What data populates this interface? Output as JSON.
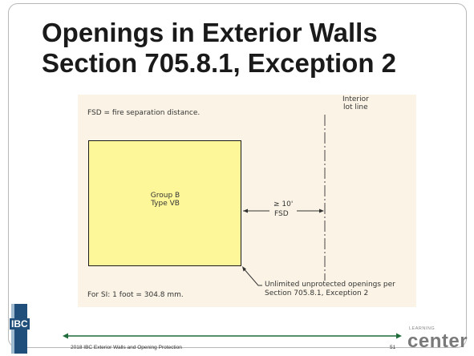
{
  "title": {
    "line1": "Openings in Exterior Walls",
    "line2": "Section 705.8.1, Exception 2"
  },
  "diagram": {
    "fsd_note": "FSD = fire separation distance.",
    "lot_line_label_1": "Interior",
    "lot_line_label_2": "lot line",
    "building_label_1": "Group B",
    "building_label_2": "Type VB",
    "distance_label": "≥ 10'",
    "distance_unit": "FSD",
    "si_note": "For SI: 1 foot = 304.8 mm.",
    "callout_1": "Unlimited unprotected openings per",
    "callout_2": "Section 705.8.1, Exception 2"
  },
  "footer": {
    "book_label": "IBC",
    "text": "2018 IBC Exterior Walls and Opening Protection",
    "page_number": "51",
    "brand_small": "LEARNING",
    "brand_big": "center"
  },
  "colors": {
    "building_fill": "#fdf79a",
    "diagram_bg": "#fbf4e6",
    "footer_line": "#1f6b3a"
  }
}
